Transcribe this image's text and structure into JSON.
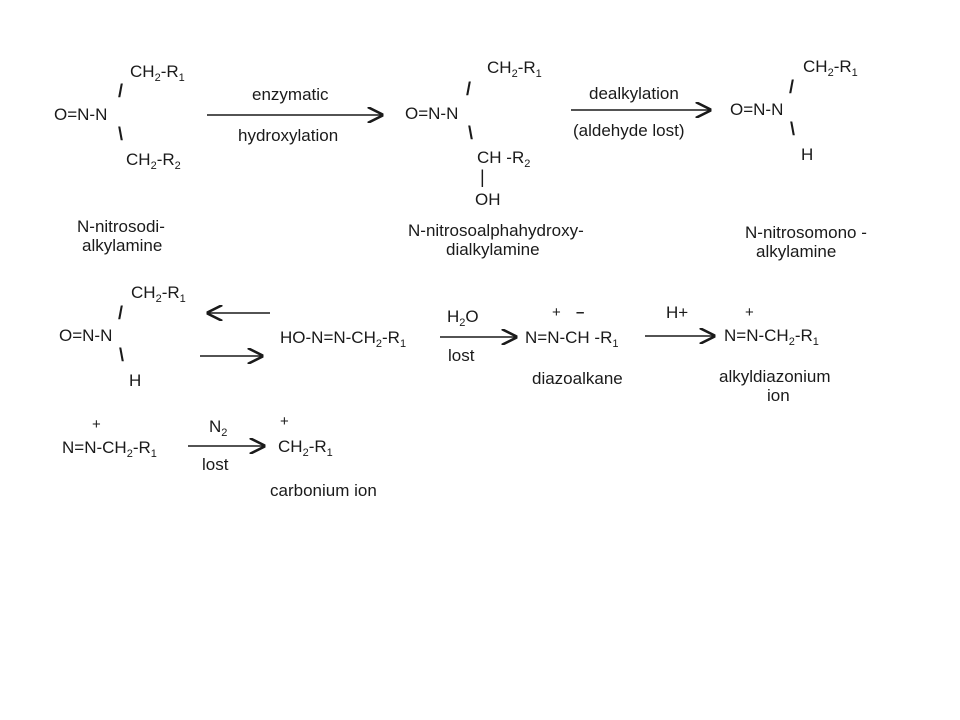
{
  "diagram": {
    "row1": {
      "mol1": {
        "onn": "O=N-N",
        "ch2_a": "CH",
        "sub2a": "2",
        "r1a": "-R",
        "sub1a": "1",
        "ch2_b": "CH",
        "sub2b": "2",
        "r2b": "-R",
        "sub2b2": "2",
        "label_line1": "N-nitrosodi-",
        "label_line2": "alkylamine"
      },
      "arrow1": {
        "above": "enzymatic",
        "below": "hydroxylation"
      },
      "mol2": {
        "ch2": "CH",
        "sub2": "2",
        "r1": "-R",
        "sub1": "1",
        "onn": "O=N-N",
        "ch": "CH -R",
        "sub_r2": "2",
        "oh": "OH",
        "label_line1": "N-nitrosoalphahydroxy-",
        "label_line2": "dialkylamine"
      },
      "arrow2": {
        "above": "dealkylation",
        "below": "(aldehyde lost)"
      },
      "mol3": {
        "ch2": "CH",
        "sub2": "2",
        "r1": "-R",
        "sub1": "1",
        "onn": "O=N-N",
        "h": "H",
        "label_line1": "N-nitrosomono -",
        "label_line2": "alkylamine"
      }
    },
    "row2": {
      "mol4": {
        "ch2": "CH",
        "sub2": "2",
        "r1": "-R",
        "sub1": "1",
        "onn": "O=N-N",
        "h": "H"
      },
      "mol5": {
        "formula": "HO-N=N-CH",
        "sub2": "2",
        "r1": "-R",
        "sub1": "1"
      },
      "arrow3": {
        "above_main": "H",
        "above_sub": "2",
        "above_end": "O",
        "below": "lost"
      },
      "mol6": {
        "charge_plus": "+",
        "charge_minus": "–",
        "formula": "N=N-CH -R",
        "sub1": "1",
        "label": "diazoalkane"
      },
      "arrow4": {
        "above": "H+"
      },
      "mol7": {
        "charge_plus": "+",
        "formula": "N=N-CH",
        "sub2": "2",
        "r1": "-R",
        "sub1": "1",
        "label_line1": "alkyldiazonium",
        "label_line2": "ion"
      }
    },
    "row3": {
      "mol8": {
        "charge_plus": "+",
        "formula": "N=N-CH",
        "sub2": "2",
        "r1": "-R",
        "sub1": "1"
      },
      "arrow5": {
        "above_main": "N",
        "above_sub": "2",
        "below": "lost"
      },
      "mol9": {
        "charge_plus": "+",
        "formula": "CH",
        "sub2": "2",
        "r1": "-R",
        "sub1": "1",
        "label": "carbonium ion"
      }
    }
  }
}
